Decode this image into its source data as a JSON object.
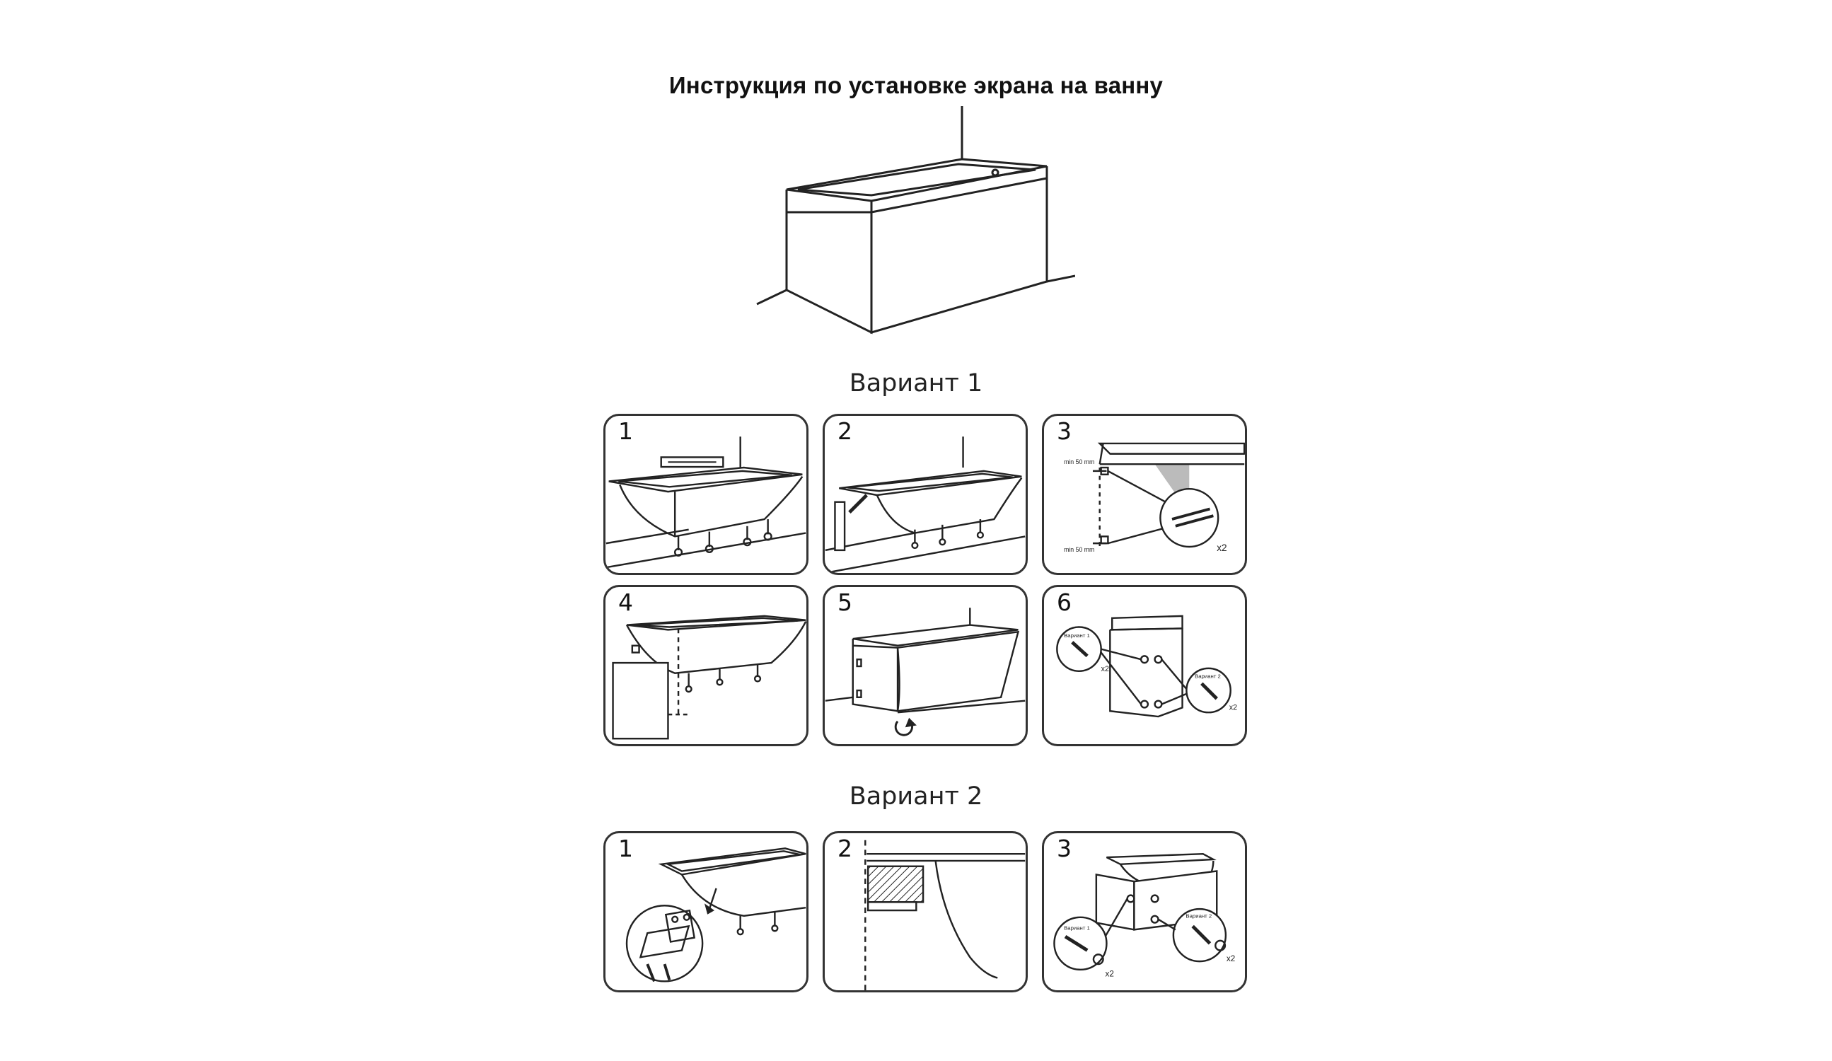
{
  "title": "Инструкция по установке экрана на ванну",
  "variant1": {
    "heading": "Вариант 1",
    "steps": [
      "1",
      "2",
      "3",
      "4",
      "5",
      "6"
    ],
    "step3_labels": {
      "min_top": "min 50 mm",
      "min_bottom": "min 50 mm",
      "count": "x2"
    },
    "step6_labels": {
      "left_callout": "Вариант 1",
      "right_callout": "Вариант 2",
      "count_left": "x2",
      "count_right": "x2"
    }
  },
  "variant2": {
    "heading": "Вариант 2",
    "steps": [
      "1",
      "2",
      "3"
    ],
    "step3_labels": {
      "left_callout": "Вариант 1",
      "right_callout": "Вариант 2",
      "count_left": "x2",
      "count_right": "x2"
    }
  }
}
